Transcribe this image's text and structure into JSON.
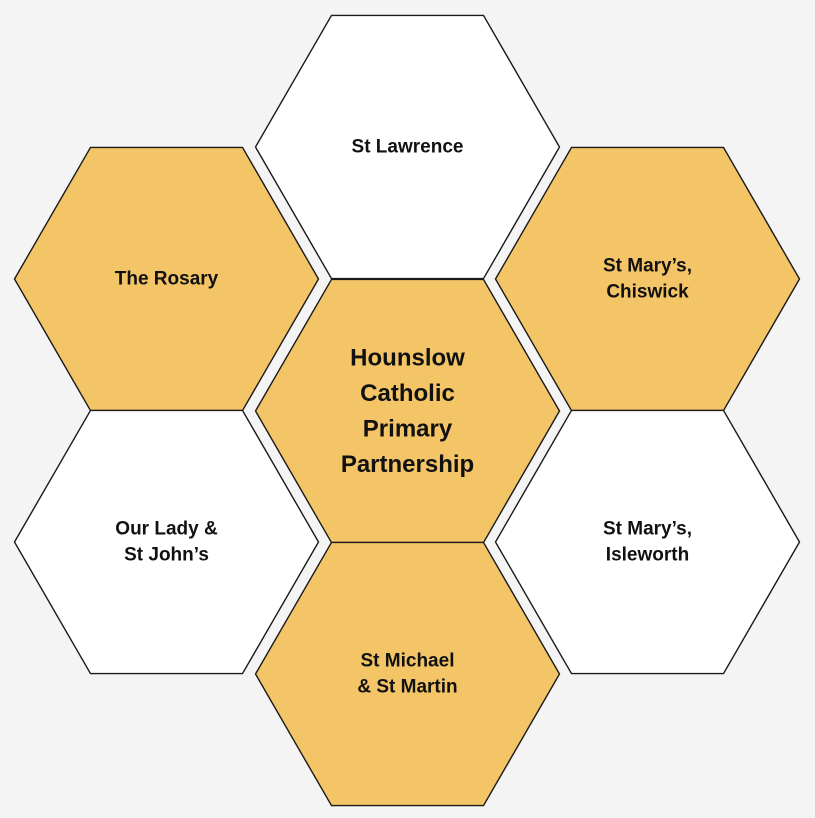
{
  "colors": {
    "background": "#f5f4f5",
    "gold": "#f4c566",
    "white": "#ffffff",
    "outline": "#1a1a1a",
    "text": "#111111"
  },
  "hexagons": [
    {
      "id": "st-lawrence",
      "lines": [
        "St Lawrence"
      ],
      "fill": "white",
      "emphasis": "normal"
    },
    {
      "id": "the-rosary",
      "lines": [
        "The Rosary"
      ],
      "fill": "gold",
      "emphasis": "normal"
    },
    {
      "id": "st-marys-chiswick",
      "lines": [
        "St Mary’s,",
        "Chiswick"
      ],
      "fill": "gold",
      "emphasis": "normal"
    },
    {
      "id": "hounslow-catholic-primary-partnership",
      "lines": [
        "Hounslow",
        "Catholic",
        "Primary",
        "Partnership"
      ],
      "fill": "gold",
      "emphasis": "title"
    },
    {
      "id": "our-lady-st-johns",
      "lines": [
        "Our Lady &",
        "St John’s"
      ],
      "fill": "white",
      "emphasis": "normal"
    },
    {
      "id": "st-marys-isleworth",
      "lines": [
        "St Mary’s,",
        "Isleworth"
      ],
      "fill": "white",
      "emphasis": "normal"
    },
    {
      "id": "st-michael-st-martin",
      "lines": [
        "St Michael",
        "& St Martin"
      ],
      "fill": "gold",
      "emphasis": "normal"
    }
  ]
}
